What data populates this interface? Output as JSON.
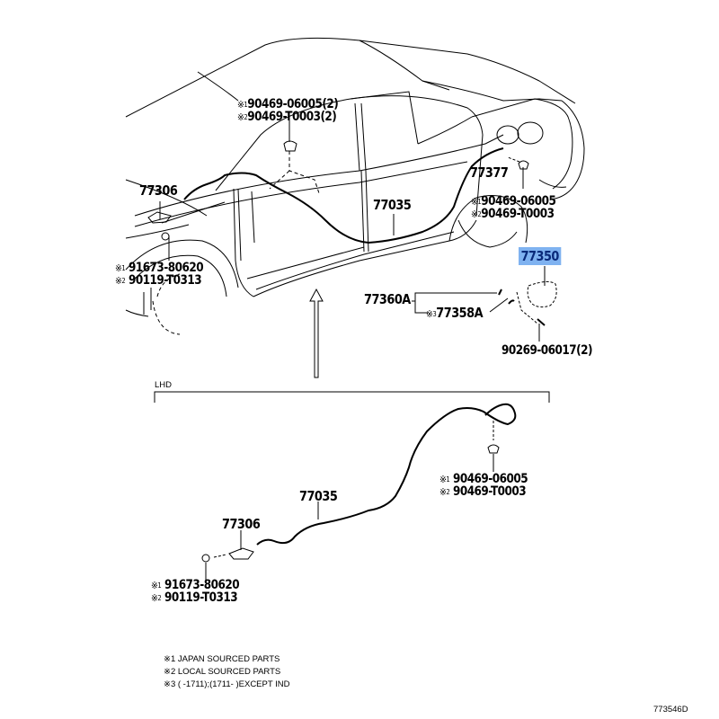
{
  "diagram": {
    "catalog_number": "773546D",
    "highlight_color": "#7fb2f0",
    "upper_view": {
      "clip_top": {
        "mark1": "※",
        "n1": "1",
        "part1": "90469-06005(2)",
        "mark2": "※",
        "n2": "2",
        "part2": "90469-T0003(2)"
      },
      "lever_top": {
        "part": "77306"
      },
      "bolt_top": {
        "mark1": "※",
        "n1": "1",
        "part1": "91673-80620",
        "mark2": "※",
        "n2": "2",
        "part2": "90119-T0313"
      },
      "cable_top": {
        "part": "77035"
      },
      "opener_lock": {
        "part": "77377"
      },
      "clip_rear": {
        "mark1": "※",
        "n1": "1",
        "part1": "90469-06005",
        "mark2": "※",
        "n2": "2",
        "part2": "90469-T0003"
      },
      "fuel_lid": {
        "part": "77350"
      },
      "lid_sub": {
        "part": "77360A"
      },
      "lid_hinge": {
        "mark": "※",
        "n": "3",
        "part": "77358A"
      },
      "screw": {
        "part": "90269-06017(2)"
      }
    },
    "lower_view": {
      "section_label": "LHD",
      "cable": {
        "part": "77035"
      },
      "lever": {
        "part": "77306"
      },
      "clip": {
        "mark1": "※",
        "n1": "1",
        "part1": "90469-06005",
        "mark2": "※",
        "n2": "2",
        "part2": "90469-T0003"
      },
      "bolt": {
        "mark1": "※",
        "n1": "1",
        "part1": "91673-80620",
        "mark2": "※",
        "n2": "2",
        "part2": "90119-T0313"
      }
    },
    "notes": [
      "※1 JAPAN SOURCED PARTS",
      "※2 LOCAL SOURCED PARTS",
      "※3 (      -1711);(1711-       )EXCEPT IND"
    ]
  }
}
